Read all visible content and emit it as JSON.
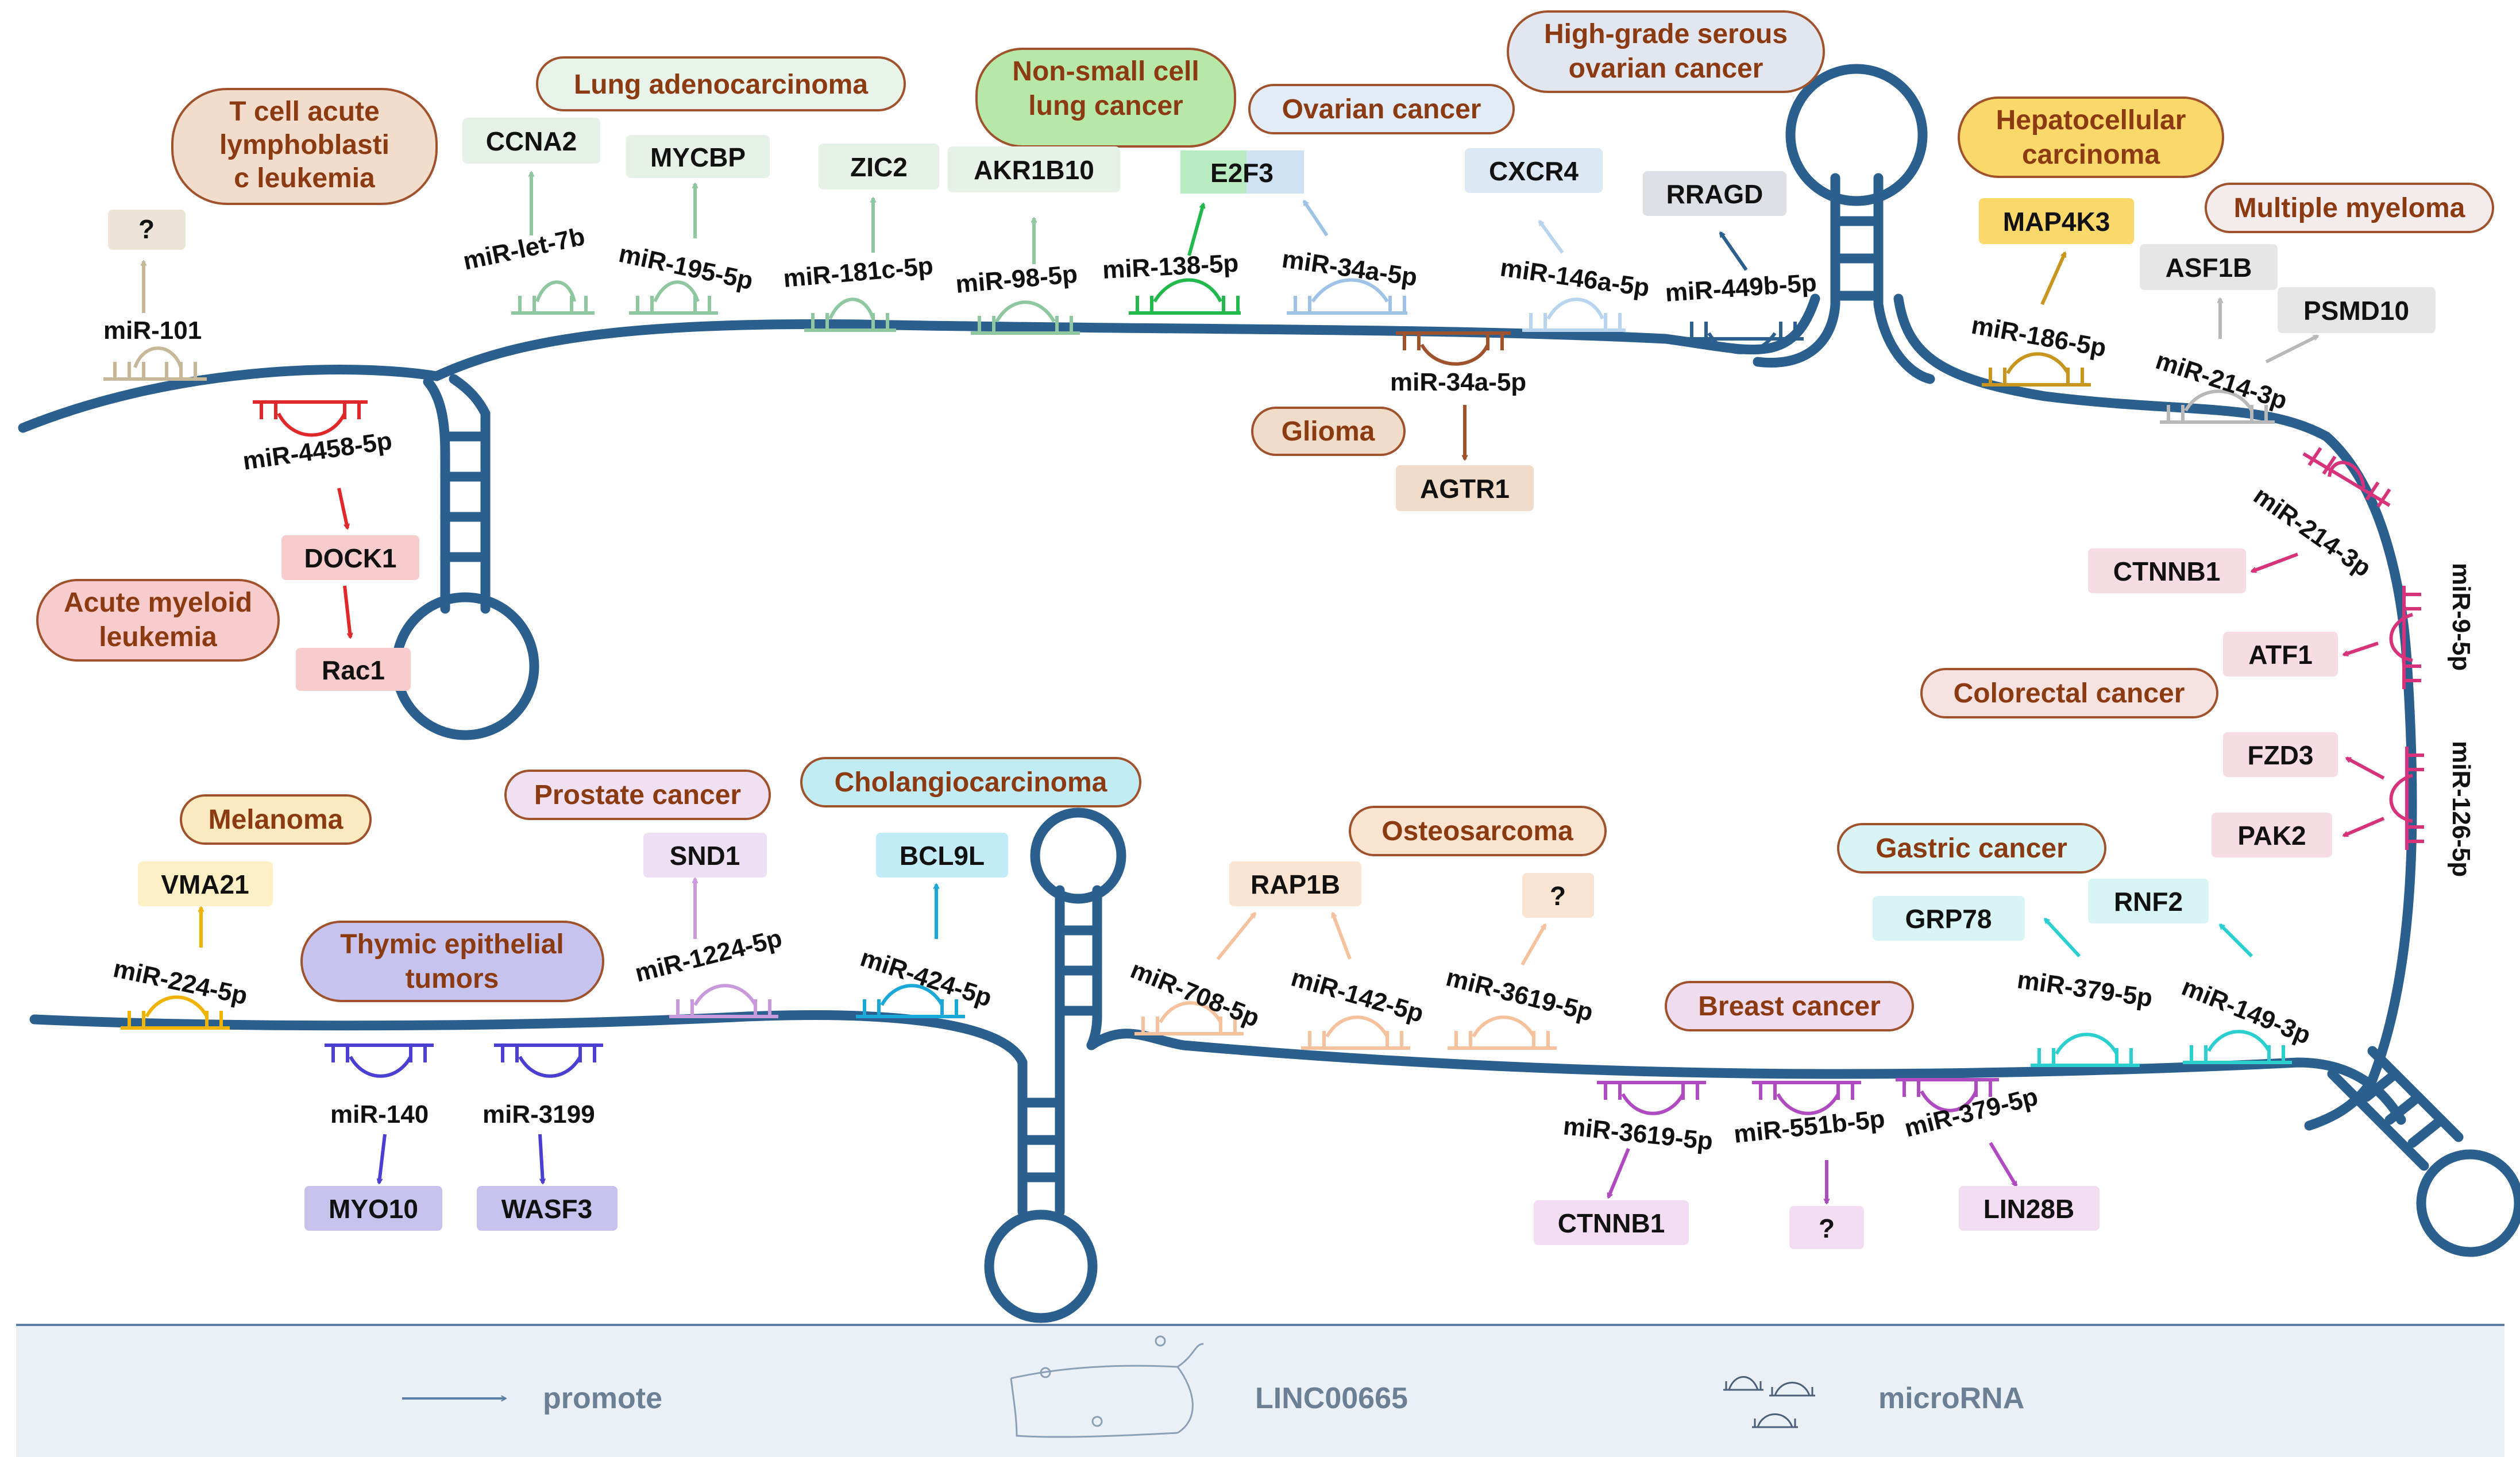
{
  "colors": {
    "rna": "#2b5f8e",
    "legend_bg": "#ebf0f6",
    "legend_text": "#6b7f95"
  },
  "cancers": {
    "tall": "T cell acute\nlymphoblasti\nc leukemia",
    "lung_adeno": "Lung adenocarcinoma",
    "nsclc": "Non-small cell\nlung cancer",
    "ovarian": "Ovarian cancer",
    "hgsoc": "High-grade serous\novarian cancer",
    "hcc": "Hepatocellular\ncarcinoma",
    "myeloma": "Multiple myeloma",
    "aml": "Acute myeloid\nleukemia",
    "glioma": "Glioma",
    "colorectal": "Colorectal cancer",
    "melanoma": "Melanoma",
    "prostate": "Prostate cancer",
    "cholangio": "Cholangiocarcinoma",
    "thymic": "Thymic epithelial\ntumors",
    "osteosarcoma": "Osteosarcoma",
    "gastric": "Gastric cancer",
    "breast": "Breast cancer"
  },
  "targets": {
    "q_101": "?",
    "ccna2": "CCNA2",
    "mycbp": "MYCBP",
    "zic2": "ZIC2",
    "akr1b10": "AKR1B10",
    "e2f3": "E2F3",
    "cxcr4": "CXCR4",
    "rragd": "RRAGD",
    "map4k3": "MAP4K3",
    "asf1b": "ASF1B",
    "psmd10": "PSMD10",
    "dock1": "DOCK1",
    "rac1": "Rac1",
    "agtr1": "AGTR1",
    "ctnnb1_a": "CTNNB1",
    "atf1": "ATF1",
    "fzd3": "FZD3",
    "pak2": "PAK2",
    "vma21": "VMA21",
    "snd1": "SND1",
    "bcl9l": "BCL9L",
    "rap1b": "RAP1B",
    "q_3619": "?",
    "grp78": "GRP78",
    "rnf2": "RNF2",
    "myo10": "MYO10",
    "wasf3": "WASF3",
    "ctnnb1_b": "CTNNB1",
    "q_551": "?",
    "lin28b": "LIN28B"
  },
  "mirnas": {
    "m101": "miR-101",
    "let7b": "miR-let-7b",
    "m195": "miR-195-5p",
    "m181c": "miR-181c-5p",
    "m98": "miR-98-5p",
    "m138": "miR-138-5p",
    "m34a_top": "miR-34a-5p",
    "m146a": "miR-146a-5p",
    "m449b": "miR-449b-5p",
    "m186": "miR-186-5p",
    "m214_top": "miR-214-3p",
    "m4458": "miR-4458-5p",
    "m34a_bot": "miR-34a-5p",
    "m214_right": "miR-214-3p",
    "m9": "miR-9-5p",
    "m126": "miR-126-5p",
    "m224": "miR-224-5p",
    "m1224": "miR-1224-5p",
    "m424": "miR-424-5p",
    "m708": "miR-708-5p",
    "m142": "miR-142-5p",
    "m3619_top": "miR-3619-5p",
    "m379_top": "miR-379-5p",
    "m149": "miR-149-3p",
    "m140": "miR-140",
    "m3199": "miR-3199",
    "m3619_bot": "miR-3619-5p",
    "m551b": "miR-551b-5p",
    "m379_bot": "miR-379-5p"
  },
  "legend": {
    "promote": "promote",
    "lnc": "LINC00665",
    "mirna": "microRNA"
  }
}
